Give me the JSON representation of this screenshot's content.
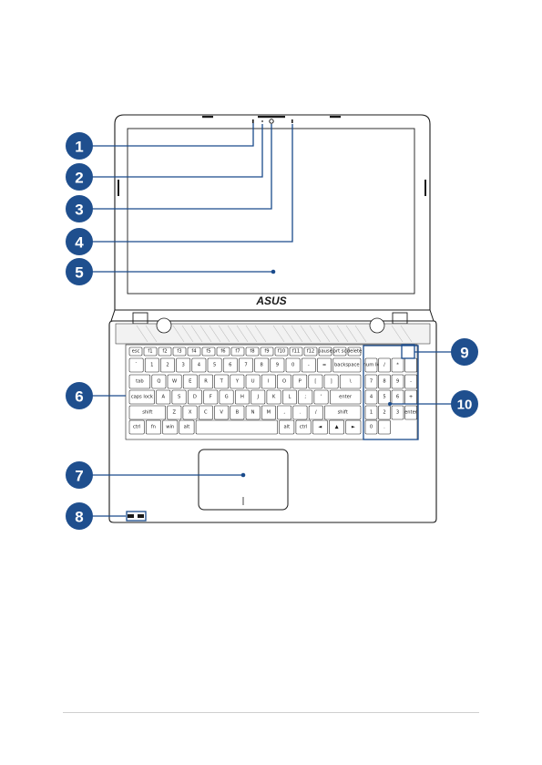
{
  "logo": {
    "text": "ASUS"
  },
  "callouts": [
    {
      "id": "1",
      "label": "1"
    },
    {
      "id": "2",
      "label": "2"
    },
    {
      "id": "3",
      "label": "3"
    },
    {
      "id": "4",
      "label": "4"
    },
    {
      "id": "5",
      "label": "5"
    },
    {
      "id": "6",
      "label": "6"
    },
    {
      "id": "7",
      "label": "7"
    },
    {
      "id": "8",
      "label": "8"
    },
    {
      "id": "9",
      "label": "9"
    },
    {
      "id": "10",
      "label": "10"
    }
  ],
  "keyboard": {
    "rows": [
      [
        "esc",
        "f1",
        "f2",
        "f3",
        "f4",
        "f5",
        "f6",
        "f7",
        "f8",
        "f9",
        "f10",
        "f11",
        "f12",
        "pause",
        "prt sc",
        "delete"
      ],
      [
        "`",
        "1",
        "2",
        "3",
        "4",
        "5",
        "6",
        "7",
        "8",
        "9",
        "0",
        "-",
        "=",
        "backspace"
      ],
      [
        "tab",
        "Q",
        "W",
        "E",
        "R",
        "T",
        "Y",
        "U",
        "I",
        "O",
        "P",
        "[",
        "]",
        "\\"
      ],
      [
        "caps lock",
        "A",
        "S",
        "D",
        "F",
        "G",
        "H",
        "J",
        "K",
        "L",
        ";",
        "'",
        "enter"
      ],
      [
        "shift",
        "Z",
        "X",
        "C",
        "V",
        "B",
        "N",
        "M",
        ",",
        ".",
        "/",
        "shift"
      ],
      [
        "ctrl",
        "fn",
        "win",
        "alt",
        "",
        "alt",
        "ctrl",
        "◄",
        "▲",
        "►"
      ]
    ],
    "numpad": [
      [
        "num lk",
        "/",
        "*",
        ""
      ],
      [
        "7",
        "8",
        "9",
        "-"
      ],
      [
        "4",
        "5",
        "6",
        "+"
      ],
      [
        "1",
        "2",
        "3",
        "enter"
      ],
      [
        "0",
        ".",
        "",
        ""
      ]
    ]
  }
}
